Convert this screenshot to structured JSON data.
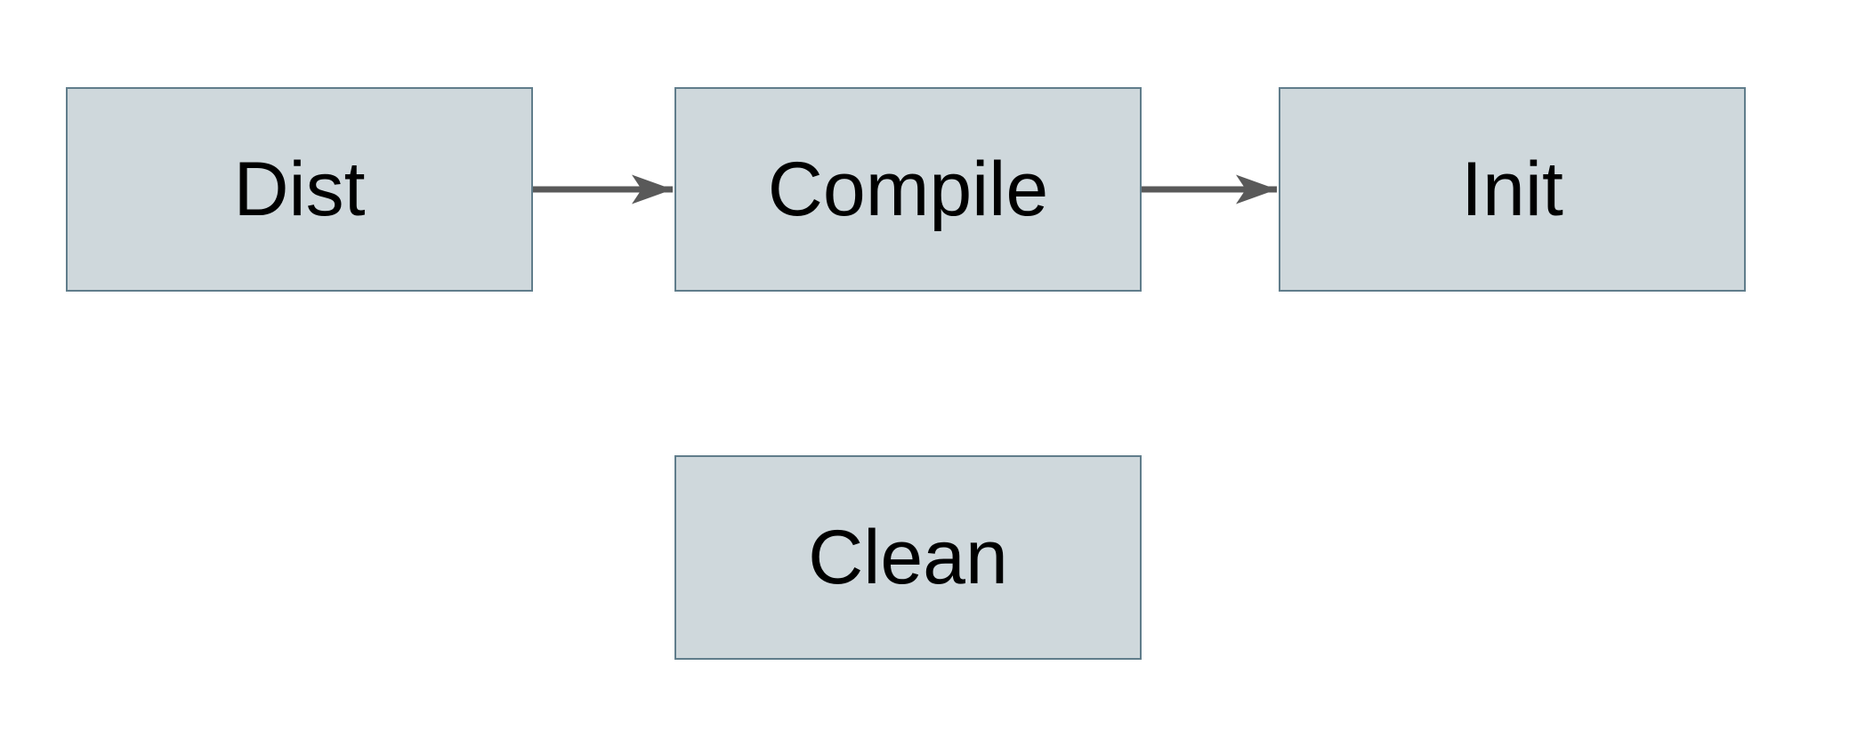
{
  "diagram": {
    "title": "build-tasks-flowchart",
    "nodes": [
      {
        "id": "dist",
        "label": "Dist"
      },
      {
        "id": "compile",
        "label": "Compile"
      },
      {
        "id": "init",
        "label": "Init"
      },
      {
        "id": "clean",
        "label": "Clean"
      }
    ],
    "edges": [
      {
        "from": "Dist",
        "to": "Compile",
        "style": "arrow"
      },
      {
        "from": "Compile",
        "to": "Init",
        "style": "arrow"
      }
    ],
    "colors": {
      "node_fill": "#cfd8dc",
      "node_border": "#607d8b",
      "arrow": "#595959",
      "text": "#000000",
      "background": "#ffffff"
    }
  }
}
